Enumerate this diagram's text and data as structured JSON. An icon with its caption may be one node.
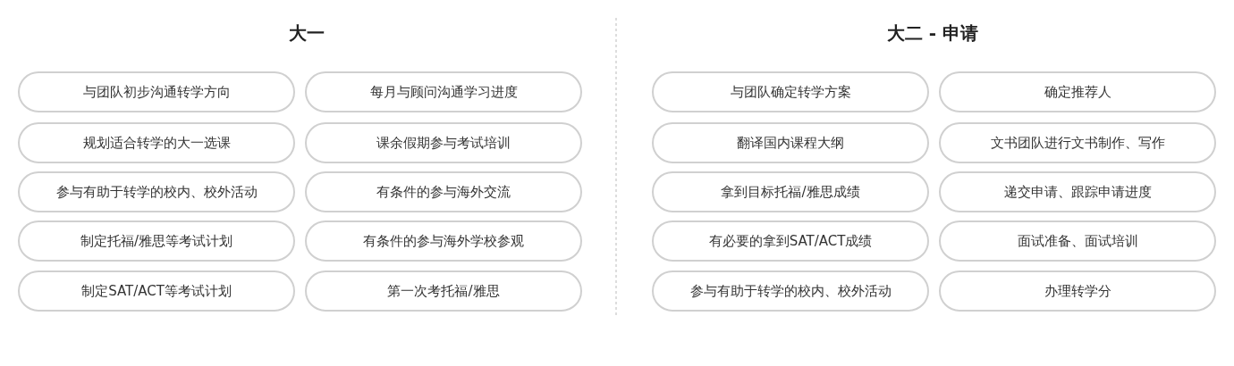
{
  "diagram": {
    "nodes": [
      {
        "text": [
          "与团队初步沟通转学方向"
        ]
      },
      {
        "text": [
          "每月与顾问沟通学习进度"
        ]
      },
      {
        "text": [
          "规划适合转学的大一选课"
        ]
      },
      {
        "text": [
          "课余假期参与考试培训"
        ]
      },
      {
        "text": [
          "参与有助于转学的校内、校外活动"
        ]
      },
      {
        "text": [
          "有条件的参与海外交流"
        ]
      },
      {
        "text": [
          "制定托福/雅思等考试计划"
        ]
      },
      {
        "text": [
          "有条件的参与海外学校参观"
        ]
      },
      {
        "text": [
          "制定SAT/ACT等考试计划"
        ]
      },
      {
        "text": [
          "第一次考托福/雅思"
        ]
      },
      {
        "text": [
          "与团队确定转学方案"
        ]
      },
      {
        "text": [
          "确定推荐人"
        ]
      },
      {
        "text": [
          "翻译国内课程大纲"
        ]
      },
      {
        "text": [
          "文书团队进行文书制作、写作"
        ]
      },
      {
        "text": [
          "拿到目标托福/雅思成绩"
        ]
      },
      {
        "text": [
          "递交申请、跟踪申请进度"
        ]
      },
      {
        "text": [
          "有必要的拿到SAT/ACT成绩"
        ]
      },
      {
        "text": [
          "面试准备、面试培训"
        ]
      },
      {
        "text": [
          "参与有助于转学的校内、校外活动"
        ]
      },
      {
        "text": [
          "办理转学分"
        ]
      }
    ],
    "edges": [],
    "labels": [
      "大一",
      "大二 - 申请"
    ]
  }
}
